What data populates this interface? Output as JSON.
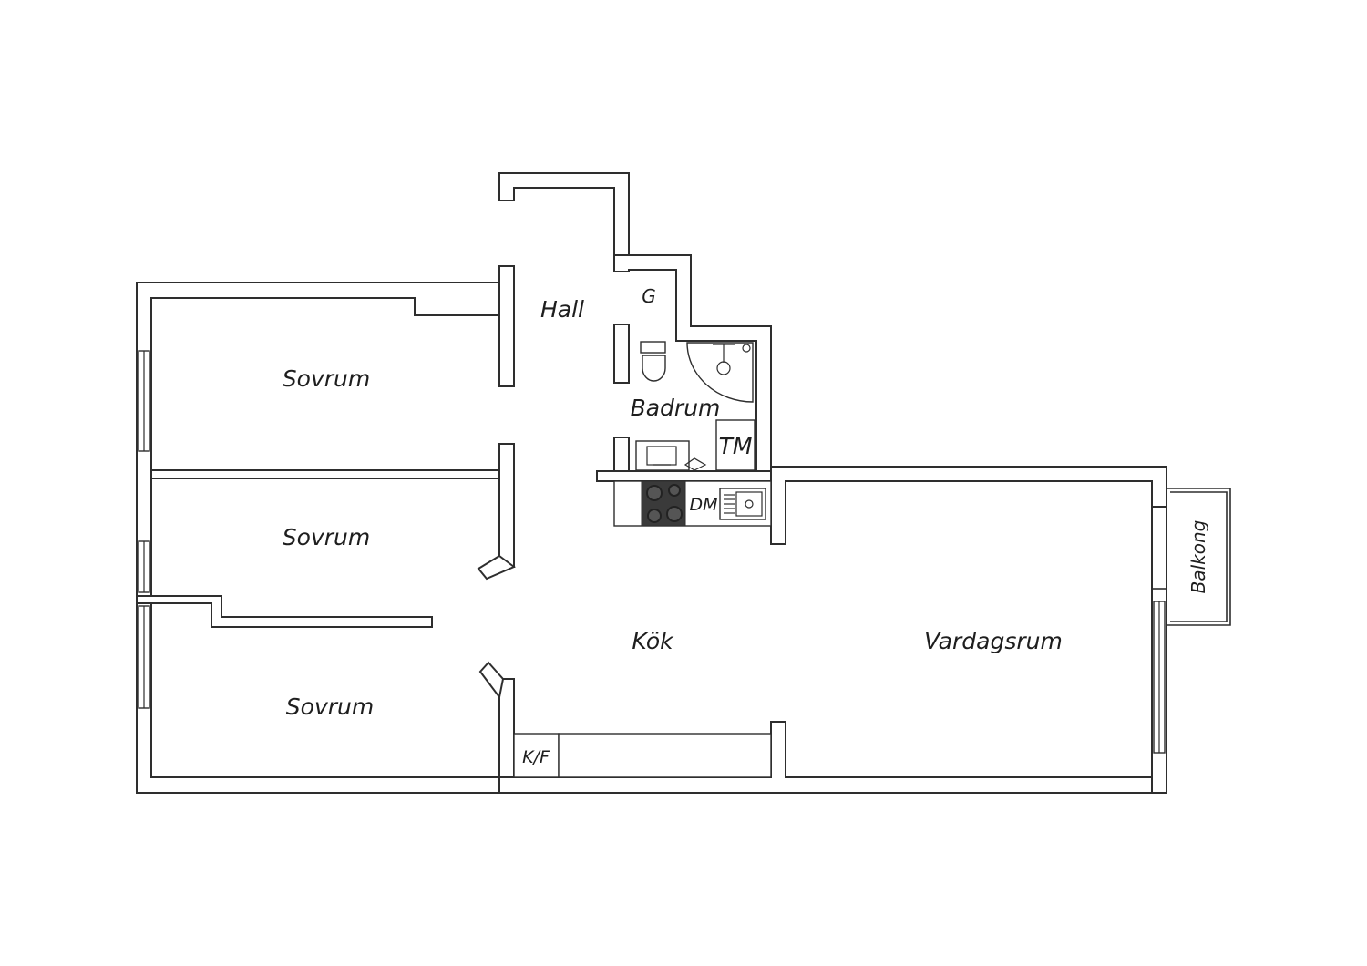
{
  "rooms": {
    "hall": "Hall",
    "garderob": "G",
    "badrum": "Badrum",
    "tvattmaskin": "TM",
    "diskmaskin": "DM",
    "sovrum_1": "Sovrum",
    "sovrum_2": "Sovrum",
    "sovrum_3": "Sovrum",
    "kok": "Kök",
    "kyl_frys": "K/F",
    "vardagsrum": "Vardagsrum",
    "balkong": "Balkong"
  },
  "colors": {
    "wall_outline": "#2e2e2e",
    "background": "#ffffff",
    "stove": "#3a3a3a"
  }
}
